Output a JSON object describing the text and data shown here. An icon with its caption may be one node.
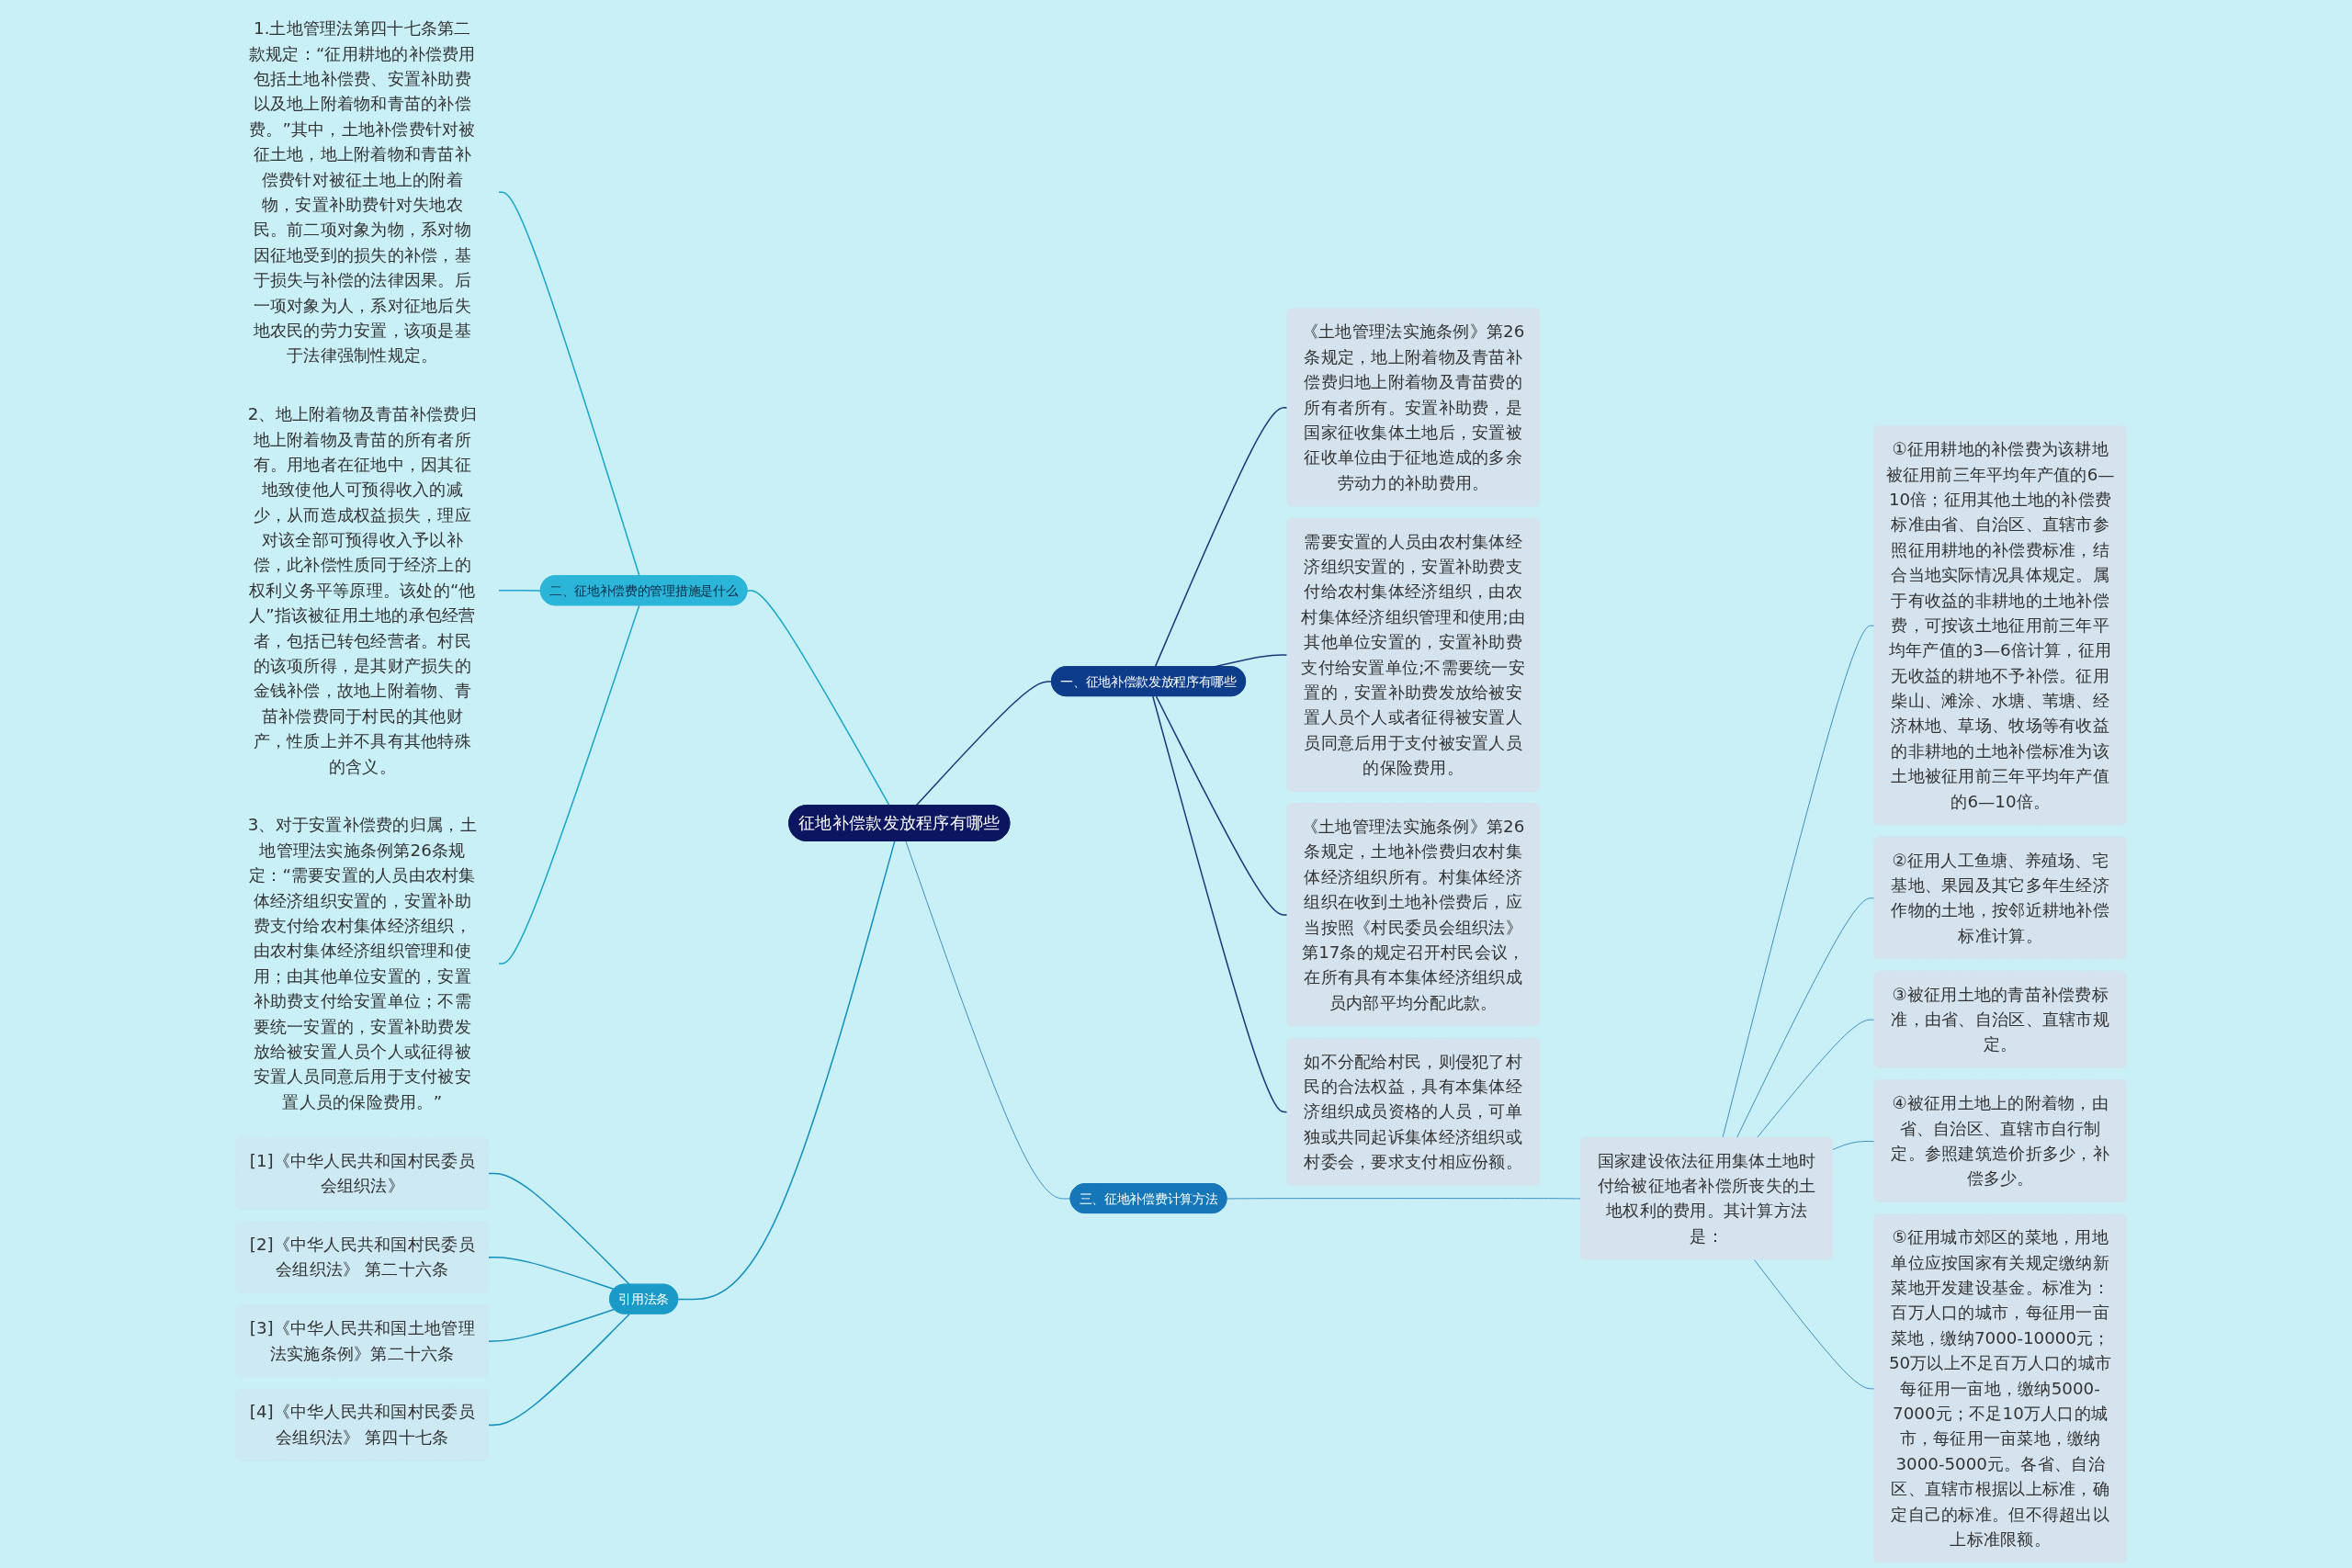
{
  "diagram": {
    "nodes": [
      {
        "text": [
          "征地补偿款发放程序有哪些"
        ]
      },
      {
        "text": [
          "一、征地补偿款发放程序有哪些"
        ]
      },
      {
        "text": [
          "《土地管理法实施条例》第26条规定，地上附着物及青苗补偿费归地上附着物及青苗费的所有者所有。安置补助费，是国家征收集体土地后，安置被征收单位由于征地造成的多余劳动力的补助费用。"
        ]
      },
      {
        "text": [
          "需要安置的人员由农村集体经济组织安置的，安置补助费支付给农村集体经济组织，由农村集体经济组织管理和使用;由其他单位安置的，安置补助费支付给安置单位;不需要统一安置的，安置补助费发放给被安置人员个人或者征得被安置人员同意后用于支付被安置人员的保险费用。"
        ]
      },
      {
        "text": [
          "《土地管理法实施条例》第26条规定，土地补偿费归农村集体经济组织所有。村集体经济组织在收到土地补偿费后，应当按照《村民委员会组织法》第17条的规定召开村民会议，在所有具有本集体经济组织成员内部平均分配此款。"
        ]
      },
      {
        "text": [
          "如不分配给村民，则侵犯了村民的合法权益，具有本集体经济组织成员资格的人员，可单独或共同起诉集体经济组织或村委会，要求支付相应份额。"
        ]
      },
      {
        "text": [
          "二、征地补偿费的管理措施是什么"
        ]
      },
      {
        "text": [
          "1.土地管理法第四十七条第二款规定：“征用耕地的补偿费用包括土地补偿费、安置补助费以及地上附着物和青苗的补偿费。”其中，土地补偿费针对被征土地，地上附着物和青苗补偿费针对被征土地上的附着物，安置补助费针对失地农民。前二项对象为物，系对物因征地受到的损失的补偿，基于损失与补偿的法律因果。后一项对象为人，系对征地后失地农民的劳力安置，该项是基于法律强制性规定。"
        ]
      },
      {
        "text": [
          "2、地上附着物及青苗补偿费归地上附着物及青苗的所有者所有。用地者在征地中，因其征地致使他人可预得收入的减少，从而造成权益损失，理应对该全部可预得收入予以补偿，此补偿性质同于经济上的权利义务平等原理。该处的“他人”指该被征用土地的承包经营者，包括已转包经营者。村民的该项所得，是其财产损失的金钱补偿，故地上附着物、青苗补偿费同于村民的其他财产，性质上并不具有其他特殊的含义。"
        ]
      },
      {
        "text": [
          "3、对于安置补偿费的归属，土地管理法实施条例第26条规定：“需要安置的人员由农村集体经济组织安置的，安置补助费支付给农村集体经济组织，由农村集体经济组织管理和使用；由其他单位安置的，安置补助费支付给安置单位；不需要统一安置的，安置补助费发放给被安置人员个人或征得被安置人员同意后用于支付被安置人员的保险费用。”"
        ]
      },
      {
        "text": [
          "引用法条"
        ]
      },
      {
        "text": [
          "[1]《中华人民共和国村民委员会组织法》"
        ]
      },
      {
        "text": [
          "[2]《中华人民共和国村民委员会组织法》 第二十六条"
        ]
      },
      {
        "text": [
          "[3]《中华人民共和国土地管理法实施条例》第二十六条"
        ]
      },
      {
        "text": [
          "[4]《中华人民共和国村民委员会组织法》 第四十七条"
        ]
      },
      {
        "text": [
          "三、征地补偿费计算方法"
        ]
      },
      {
        "text": [
          "国家建设依法征用集体土地时付给被征地者补偿所丧失的土地权利的费用。其计算方法是："
        ]
      },
      {
        "text": [
          "①征用耕地的补偿费为该耕地被征用前三年平均年产值的6—10倍；征用其他土地的补偿费标准由省、自治区、直辖市参照征用耕地的补偿费标准，结合当地实际情况具体规定。属于有收益的非耕地的土地补偿费，可按该土地征用前三年平均年产值的3—6倍计算，征用无收益的耕地不予补偿。征用柴山、滩涂、水塘、苇塘、经济林地、草场、牧场等有收益的非耕地的土地补偿标准为该土地被征用前三年平均年产值的6—10倍。"
        ]
      },
      {
        "text": [
          "②征用人工鱼塘、养殖场、宅基地、果园及其它多年生经济作物的土地，按邻近耕地补偿标准计算。"
        ]
      },
      {
        "text": [
          "③被征用土地的青苗补偿费标准，由省、自治区、直辖市规定。"
        ]
      },
      {
        "text": [
          "④被征用土地上的附着物，由省、自治区、直辖市自行制定。参照建筑造价折多少，补偿多少。"
        ]
      },
      {
        "text": [
          "⑤征用城市郊区的菜地，用地单位应按国家有关规定缴纳新菜地开发建设基金。标准为：百万人口的城市，每征用一亩菜地，缴纳7000-10000元；50万以上不足百万人口的城市每征用一亩地，缴纳5000-7000元；不足10万人口的城市，每征用一亩菜地，缴纳3000-5000元。各省、自治区、直辖市根据以上标准，确定自己的标准。但不得超出以上标准限额。"
        ]
      }
    ],
    "edges": [
      {
        "from": 0,
        "to": 1,
        "arrow": "none",
        "color": "#1a3a7a"
      },
      {
        "from": 1,
        "to": 2,
        "arrow": "none",
        "color": "#1a3a7a"
      },
      {
        "from": 1,
        "to": 3,
        "arrow": "none",
        "color": "#1a3a7a"
      },
      {
        "from": 1,
        "to": 4,
        "arrow": "none",
        "color": "#1a3a7a"
      },
      {
        "from": 1,
        "to": 5,
        "arrow": "none",
        "color": "#1a3a7a"
      },
      {
        "from": 0,
        "to": 6,
        "arrow": "none",
        "color": "#1aa7c9"
      },
      {
        "from": 6,
        "to": 7,
        "arrow": "none",
        "color": "#1aa7c9"
      },
      {
        "from": 6,
        "to": 8,
        "arrow": "none",
        "color": "#1aa7c9"
      },
      {
        "from": 6,
        "to": 9,
        "arrow": "none",
        "color": "#1aa7c9"
      },
      {
        "from": 0,
        "to": 10,
        "arrow": "none",
        "color": "#1590bd"
      },
      {
        "from": 10,
        "to": 11,
        "arrow": "none",
        "color": "#1590bd"
      },
      {
        "from": 10,
        "to": 12,
        "arrow": "none",
        "color": "#1590bd"
      },
      {
        "from": 10,
        "to": 13,
        "arrow": "none",
        "color": "#1590bd"
      },
      {
        "from": 10,
        "to": 14,
        "arrow": "none",
        "color": "#1590bd"
      },
      {
        "from": 0,
        "to": 15,
        "arrow": "none"
      },
      {
        "from": 15,
        "to": 16,
        "arrow": "none"
      },
      {
        "from": 16,
        "to": 17,
        "arrow": "none"
      },
      {
        "from": 16,
        "to": 18,
        "arrow": "none"
      },
      {
        "from": 16,
        "to": 19,
        "arrow": "none"
      },
      {
        "from": 16,
        "to": 20,
        "arrow": "none"
      },
      {
        "from": 16,
        "to": 21,
        "arrow": "none"
      }
    ]
  }
}
